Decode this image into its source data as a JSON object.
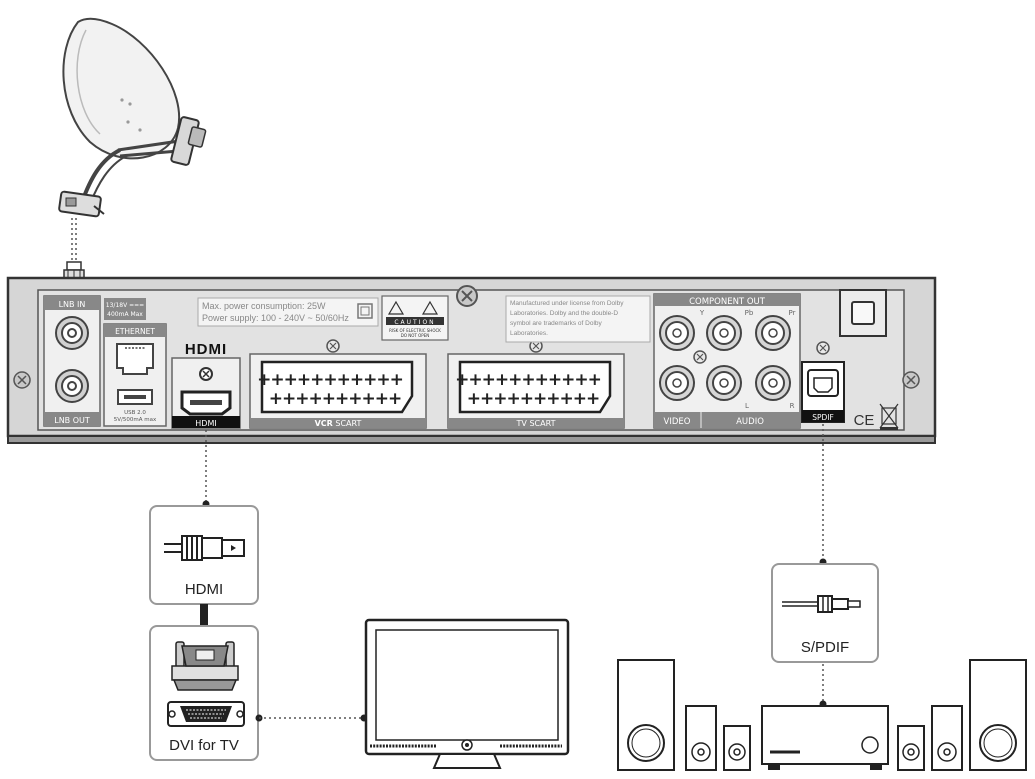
{
  "receiver": {
    "lnb_in": "LNB IN",
    "lnb_out": "LNB OUT",
    "lnb_spec_1": "13/18V ===",
    "lnb_spec_2": "400mA Max",
    "ethernet": "ETHERNET",
    "usb_spec_1": "USB 2.0",
    "usb_spec_2": "5V/500mA max",
    "power_line_1": "Max. power consumption: 25W",
    "power_line_2": "Power supply: 100 - 240V ~ 50/60Hz",
    "caution_title": "CAUTION",
    "caution_line_1": "RISK OF ELECTRIC SHOCK",
    "caution_line_2": "DO NOT OPEN",
    "hdmi_logo": "HDMI",
    "hdmi_label": "HDMI",
    "vcr_scart_bold": "VCR",
    "vcr_scart_rest": " SCART",
    "tv_scart": "TV SCART",
    "dolby_line_1": "Manufactured under license from Dolby",
    "dolby_line_2": "Laboratories. Dolby and the double-D",
    "dolby_line_3": "symbol are trademarks of Dolby",
    "dolby_line_4": "Laboratories.",
    "component_out": "COMPONENT OUT",
    "comp_y": "Y",
    "comp_pb": "Pb",
    "comp_pr": "Pr",
    "video": "VIDEO",
    "audio": "AUDIO",
    "audio_l": "L",
    "audio_r": "R",
    "spdif": "SPDIF",
    "ce_mark": "CE"
  },
  "connectors": {
    "hdmi": "HDMI",
    "dvi": "DVI for TV",
    "spdif": "S/PDIF"
  }
}
